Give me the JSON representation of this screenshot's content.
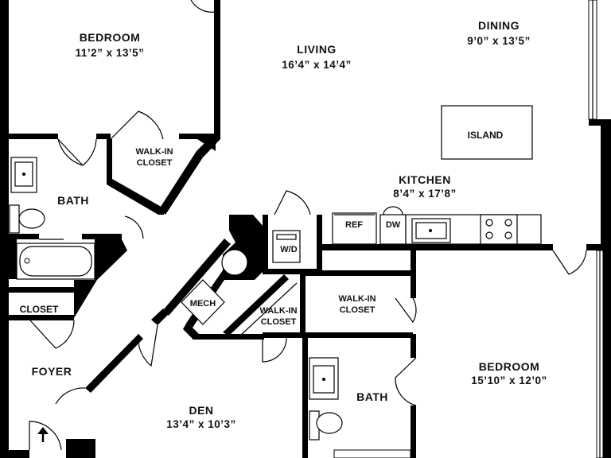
{
  "rooms": {
    "bedroom1": {
      "name": "BEDROOM",
      "dims": "11’2” x 13’5”"
    },
    "living": {
      "name": "LIVING",
      "dims": "16’4” x 14’4”"
    },
    "dining": {
      "name": "DINING",
      "dims": "9’0” x 13’5”"
    },
    "kitchen": {
      "name": "KITCHEN",
      "dims": "8’4” x 17’8”"
    },
    "bath1": {
      "name": "BATH"
    },
    "foyer": {
      "name": "FOYER"
    },
    "den": {
      "name": "DEN",
      "dims": "13’4” x 10’3”"
    },
    "bedroom2": {
      "name": "BEDROOM",
      "dims": "15’10” x 12’0”"
    },
    "bath2": {
      "name": "BATH"
    }
  },
  "labels": {
    "island": "ISLAND",
    "walkin1": [
      "WALK-IN",
      "CLOSET"
    ],
    "walkin2": [
      "WALK-IN",
      "CLOSET"
    ],
    "walkin3": [
      "WALK-IN",
      "CLOSET"
    ],
    "closet": "CLOSET",
    "mech": "MECH",
    "wd": "W/D",
    "ref": "REF",
    "dw": "DW"
  },
  "icons": {
    "entry": "up-arrow-icon"
  }
}
